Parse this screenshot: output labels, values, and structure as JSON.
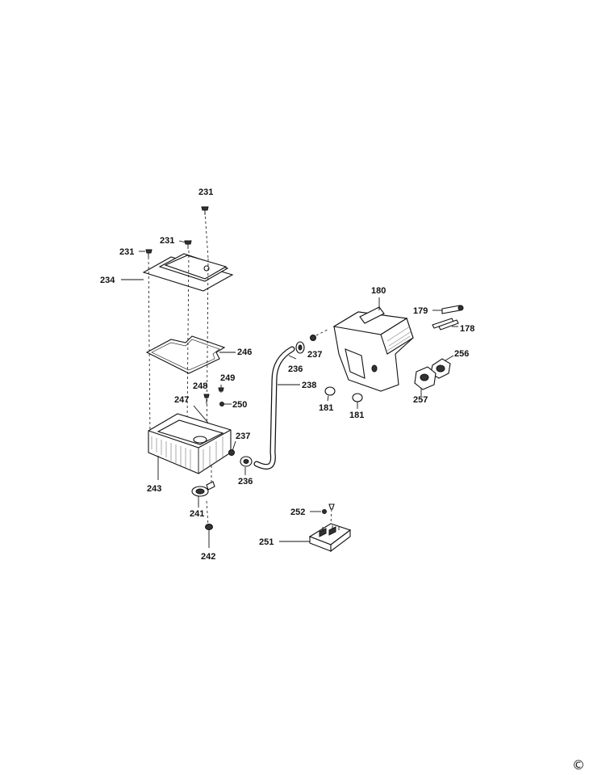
{
  "labels": {
    "p231a": "231",
    "p231b": "231",
    "p231c": "231",
    "p234": "234",
    "p246": "246",
    "p249": "249",
    "p248": "248",
    "p250": "250",
    "p247": "247",
    "p243": "243",
    "p237a": "237",
    "p236a": "236",
    "p241": "241",
    "p242": "242",
    "p238": "238",
    "p236b": "236",
    "p237b": "237",
    "p180": "180",
    "p179": "179",
    "p178": "178",
    "p256": "256",
    "p257": "257",
    "p181a": "181",
    "p181b": "181",
    "p252": "252",
    "p251": "251"
  },
  "copyright": "©"
}
